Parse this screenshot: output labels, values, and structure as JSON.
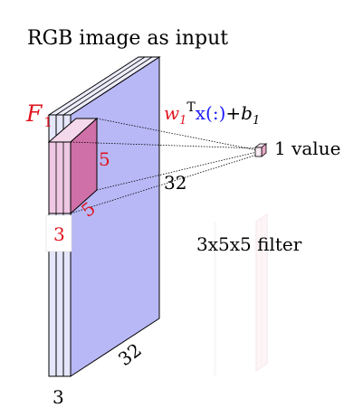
{
  "title": "RGB image as input",
  "filter_label": "F",
  "filter_subscript": "1",
  "formula": {
    "w": "w",
    "w_sub": "1",
    "transpose": "T",
    "x_part": "x(:)",
    "plus": "+",
    "b": "b",
    "b_sub": "1"
  },
  "output_label": "1 value",
  "filter_dims_label": "3x5x5 filter",
  "dims": {
    "filter_height": "5",
    "filter_width": "5",
    "filter_depth": "3",
    "input_width": "32",
    "input_height": "32",
    "input_depth": "3"
  },
  "colors": {
    "volume_face": "#b8b8f6",
    "slab_face": "#e6e6fb",
    "filter_front": "#efc8e4",
    "filter_side": "#d070a8",
    "formula_red": "#e0141e",
    "formula_blue": "#1a1aff",
    "outline": "#000000"
  }
}
